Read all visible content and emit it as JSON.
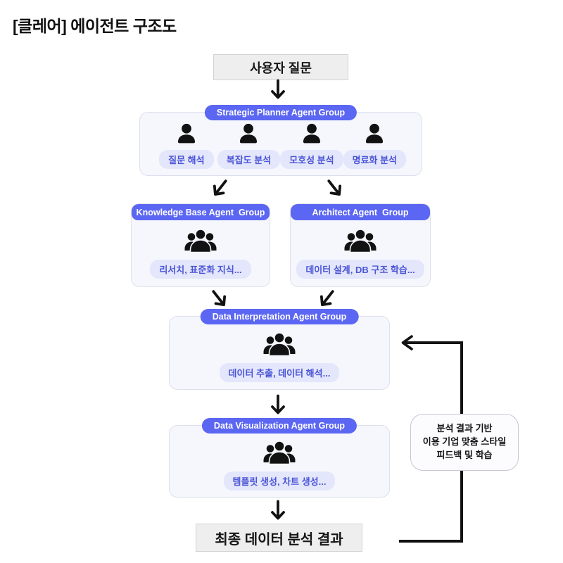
{
  "title": "[클레어] 에이전트 구조도",
  "colors": {
    "accent": "#5b66f2",
    "box_bg": "#f6f7fd",
    "box_border": "#dde0ec",
    "chip_bg": "#e4e7fb",
    "chip_text": "#4b55d6",
    "gray_box_bg": "#eeeeee",
    "arrow": "#121212"
  },
  "nodes": {
    "user_question": {
      "label": "사용자 질문"
    },
    "strategic": {
      "title": "Strategic Planner Agent Group",
      "agents": [
        {
          "icon": "person-icon",
          "label": "질문 해석"
        },
        {
          "icon": "person-icon",
          "label": "복잡도 분석"
        },
        {
          "icon": "person-icon",
          "label": "모호성 분석"
        },
        {
          "icon": "person-icon",
          "label": "명료화 분석"
        }
      ]
    },
    "knowledge": {
      "title": "Knowledge Base Agent  Group",
      "icon": "people-group-icon",
      "tag": "리서치, 표준화 지식..."
    },
    "architect": {
      "title": "Architect Agent  Group",
      "icon": "people-group-icon",
      "tag": "데이터 설계, DB 구조 학습..."
    },
    "interpretation": {
      "title": "Data Interpretation Agent Group",
      "icon": "people-group-icon",
      "tag": "데이터 추출, 데이터 해석..."
    },
    "visualization": {
      "title": "Data Visualization Agent Group",
      "icon": "people-group-icon",
      "tag": "템플릿 생성, 차트 생성..."
    },
    "final_result": {
      "label": "최종 데이터 분석 결과"
    },
    "feedback": {
      "lines": [
        "분석 결과 기반",
        "이용 기업 맞춤 스타일",
        "피드백 및 학습"
      ]
    }
  }
}
